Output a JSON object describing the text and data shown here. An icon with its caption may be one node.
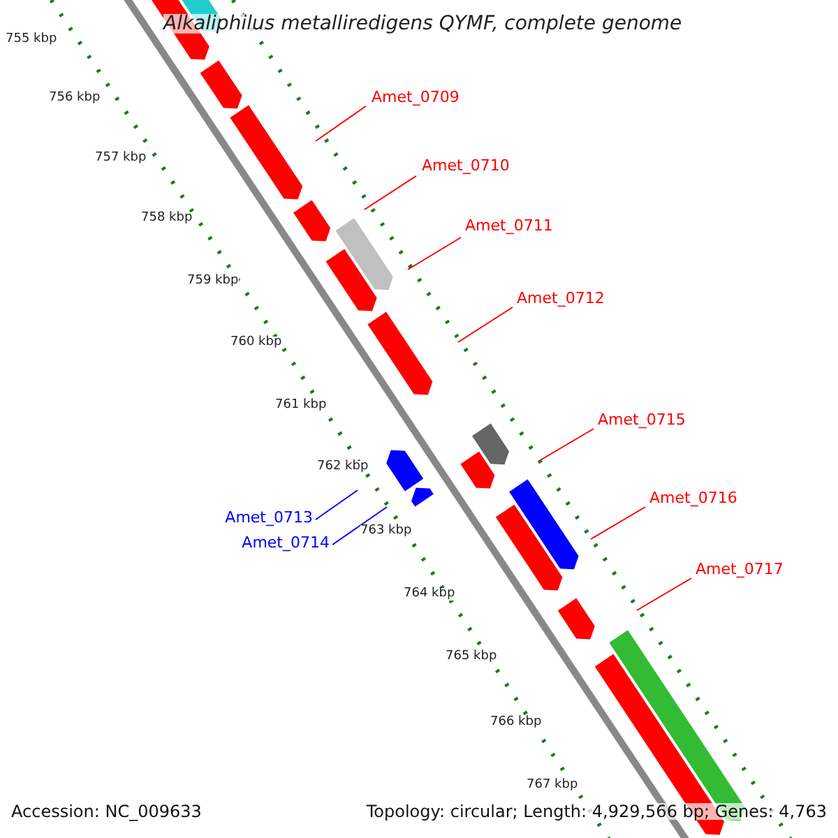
{
  "diagram": {
    "title": "Alkaliphilus metalliredigens QYMF, complete genome",
    "nodes": [
      {
        "text": [
          "Amet_0709"
        ]
      },
      {
        "text": [
          "Amet_0710"
        ]
      },
      {
        "text": [
          "Amet_0711"
        ]
      },
      {
        "text": [
          "Amet_0712"
        ]
      },
      {
        "text": [
          "Amet_0715"
        ]
      },
      {
        "text": [
          "Amet_0716"
        ]
      },
      {
        "text": [
          "Amet_0717"
        ]
      },
      {
        "text": [
          "Amet_0713"
        ]
      },
      {
        "text": [
          "Amet_0714"
        ]
      }
    ],
    "edges": [
      {
        "from": 0,
        "to": null,
        "arrow": "none"
      },
      {
        "from": 1,
        "to": null,
        "arrow": "none"
      },
      {
        "from": 2,
        "to": null,
        "arrow": "none"
      },
      {
        "from": 3,
        "to": null,
        "arrow": "none"
      },
      {
        "from": 4,
        "to": null,
        "arrow": "none"
      },
      {
        "from": 5,
        "to": null,
        "arrow": "none"
      },
      {
        "from": 6,
        "to": null,
        "arrow": "none"
      },
      {
        "from": 7,
        "to": null,
        "arrow": "none",
        "color": "#0000ff"
      },
      {
        "from": 8,
        "to": null,
        "arrow": "none",
        "color": "#0000ff"
      }
    ],
    "labels": [
      "755 kbp",
      "756 kbp",
      "757 kbp",
      "758 kbp",
      "759 kbp",
      "760 kbp",
      "761 kbp",
      "762 kbp",
      "763 kbp",
      "764 kbp",
      "765 kbp",
      "766 kbp",
      "767 kbp",
      "Accession: NC_009633",
      "Topology: circular; Length: 4,929,566 bp; Genes: 4,763"
    ]
  }
}
